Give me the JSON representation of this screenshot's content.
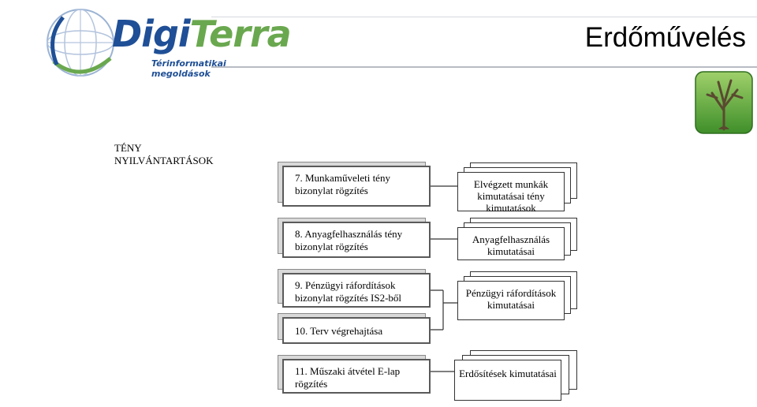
{
  "header": {
    "logo_word_a": "Digi",
    "logo_word_b": "Terra",
    "logo_subtitle": "Térinformatikai megoldások",
    "title": "Erdőművelés"
  },
  "section_label": "TÉNY NYILVÁNTARTÁSOK",
  "processes": [
    {
      "id": "p7",
      "label": "7. Munkaműveleti tény bizonylat rögzítés"
    },
    {
      "id": "p8",
      "label": "8. Anyagfelhasználás tény bizonylat rögzítés"
    },
    {
      "id": "p9",
      "label": "9. Pénzügyi ráfordítások bizonylat rögzítés IS2-ből"
    },
    {
      "id": "p10",
      "label": "10. Terv végrehajtása"
    },
    {
      "id": "p11",
      "label": "11. Műszaki átvétel E-lap rögzítés"
    }
  ],
  "reports": [
    {
      "id": "r1",
      "label": "Elvégzett munkák kimutatásai tény kimutatások"
    },
    {
      "id": "r2",
      "label": "Anyagfelhasználás kimutatásai"
    },
    {
      "id": "r3",
      "label": "Pénzügyi ráfordítások kimutatásai"
    },
    {
      "id": "r4",
      "label": "Erdősítések kimutatásai"
    }
  ],
  "colors": {
    "box_border": "#5a5a5a",
    "shadow": "#d9d9d9",
    "brand_blue": "#1f4f96",
    "brand_green": "#6aa84f"
  }
}
